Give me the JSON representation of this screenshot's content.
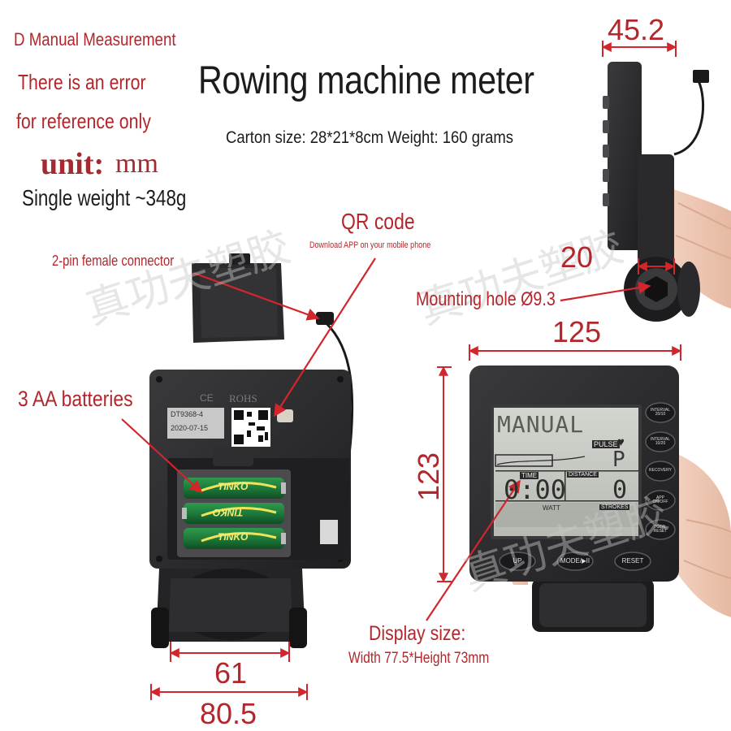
{
  "title": "Rowing machine meter",
  "subtitle": "Carton size: 28*21*8cm Weight: 160 grams",
  "notes": {
    "measurement": "D Manual Measurement",
    "error": "There is an error",
    "reference": "for reference only",
    "unit_label": "unit:",
    "unit_value": "mm",
    "single_weight": "Single weight ~348g"
  },
  "callouts": {
    "qr_code": "QR code",
    "qr_code_sub": "Download APP on your mobile phone",
    "connector": "2-pin female connector",
    "mounting_hole": "Mounting hole Ø9.3",
    "batteries": "3 AA batteries",
    "display_size": "Display size:",
    "display_dims": "Width 77.5*Height 73mm"
  },
  "dimensions": {
    "side_width": "45.2",
    "side_base": "20",
    "front_width": "125",
    "front_height": "123",
    "back_inner": "61",
    "back_outer": "80.5"
  },
  "device_back": {
    "label_model": "DT9368-4",
    "label_date": "2020-07-15",
    "cert_ce": "CE",
    "cert_rohs": "ROHS",
    "battery_brand": "TINKO"
  },
  "device_front": {
    "lcd_mode": "MANUAL",
    "lcd_pulse": "PULSE",
    "lcd_p": "P",
    "lcd_time_label": "TIME",
    "lcd_time": "0:00",
    "lcd_distance_label": "DISTANCE",
    "lcd_distance": "0",
    "lcd_watt_label": "WATT",
    "lcd_strokes_label": "STROKES",
    "buttons_side": [
      "INTERVAL 20/10",
      "INTERVAL 10/20",
      "RECOVERY",
      "APP ON/OFF",
      "TOTAL RESET"
    ],
    "buttons_bottom": [
      "UP",
      "MODE/▶II",
      "RESET"
    ]
  },
  "watermark": "真功夫塑胶",
  "colors": {
    "accent_red": "#b3262b",
    "device_body": "#2b2b2d",
    "lcd_background": "#c9ccc6",
    "battery_green": "#1f7a3a"
  }
}
